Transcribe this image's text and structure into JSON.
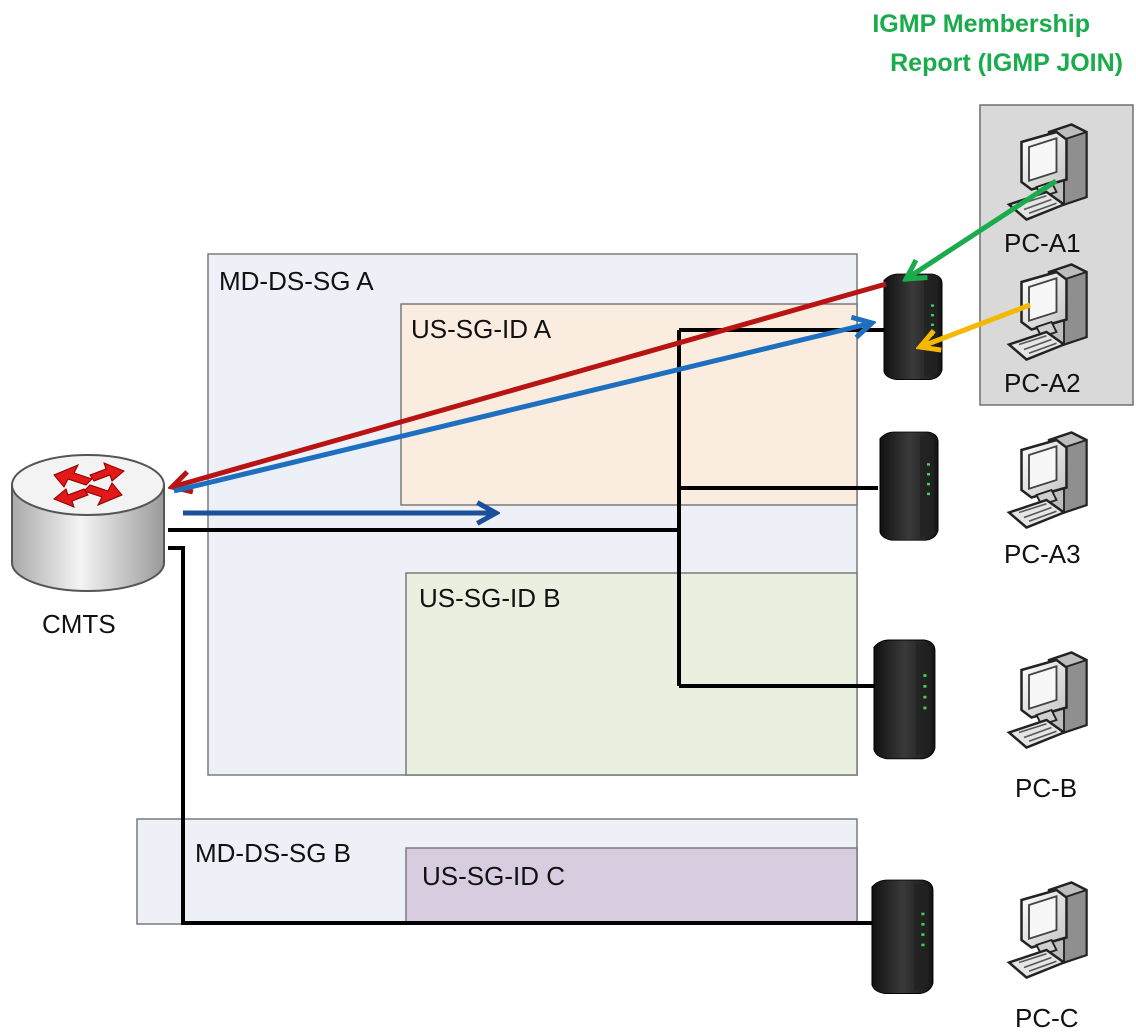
{
  "title": {
    "line1": "IGMP Membership",
    "line2": "Report (IGMP JOIN)",
    "color": "#1aab4c"
  },
  "groups": {
    "md_ds_sg_a": "MD-DS-SG A",
    "md_ds_sg_b": "MD-DS-SG B",
    "us_sg_id_a": "US-SG-ID A",
    "us_sg_id_b": "US-SG-ID B",
    "us_sg_id_c": "US-SG-ID C"
  },
  "nodes": {
    "cmts": "CMTS",
    "pc_a1": "PC-A1",
    "pc_a2": "PC-A2",
    "pc_a3": "PC-A3",
    "pc_b": "PC-B",
    "pc_c": "PC-C"
  },
  "colors": {
    "md_ds_sg_fill": "#edf1f7",
    "us_sg_id_a_fill": "#fbece0",
    "us_sg_id_b_fill": "#eaf0df",
    "us_sg_id_c_fill": "#d8cde0",
    "pc_a_group_fill": "#d9d9d9",
    "join_arrow_green": "#1aab4c",
    "join_arrow_orange": "#f5b800",
    "arrow_red": "#b81414",
    "arrow_blue": "#1f6fc1",
    "arrow_dark_blue": "#1a4f9a"
  }
}
